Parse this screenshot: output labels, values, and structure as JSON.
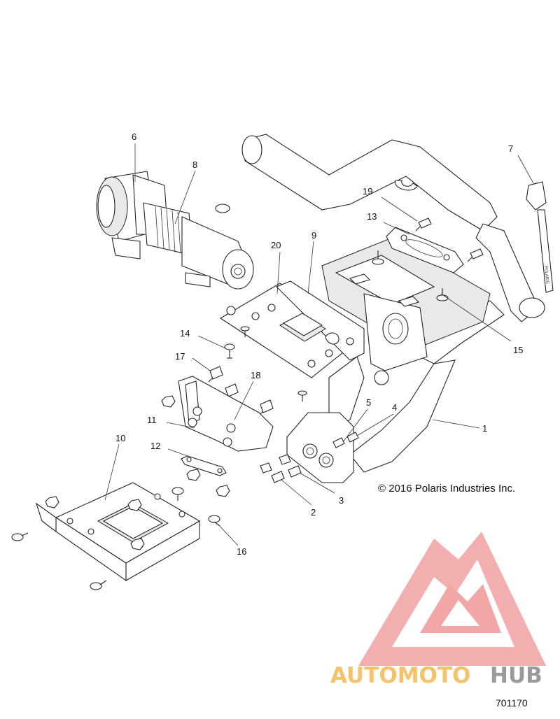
{
  "callouts": [
    {
      "id": "1",
      "label": "1"
    },
    {
      "id": "2",
      "label": "2"
    },
    {
      "id": "3",
      "label": "3"
    },
    {
      "id": "4",
      "label": "4"
    },
    {
      "id": "5",
      "label": "5"
    },
    {
      "id": "6",
      "label": "6"
    },
    {
      "id": "7",
      "label": "7"
    },
    {
      "id": "8",
      "label": "8"
    },
    {
      "id": "9",
      "label": "9"
    },
    {
      "id": "10",
      "label": "10"
    },
    {
      "id": "11",
      "label": "11"
    },
    {
      "id": "12",
      "label": "12"
    },
    {
      "id": "13",
      "label": "13"
    },
    {
      "id": "14",
      "label": "14"
    },
    {
      "id": "15",
      "label": "15"
    },
    {
      "id": "16",
      "label": "16"
    },
    {
      "id": "17",
      "label": "17"
    },
    {
      "id": "18",
      "label": "18"
    },
    {
      "id": "19",
      "label": "19"
    },
    {
      "id": "20",
      "label": "20"
    }
  ],
  "copyright": "© 2016 Polaris Industries Inc.",
  "document_number": "701170",
  "watermark": {
    "text_part1": "AUTOMOTO",
    "text_part2": "HUB",
    "color_primary": "#f0a0a0",
    "color_text1": "#f5c26b",
    "color_text2": "#9a9a9a"
  }
}
